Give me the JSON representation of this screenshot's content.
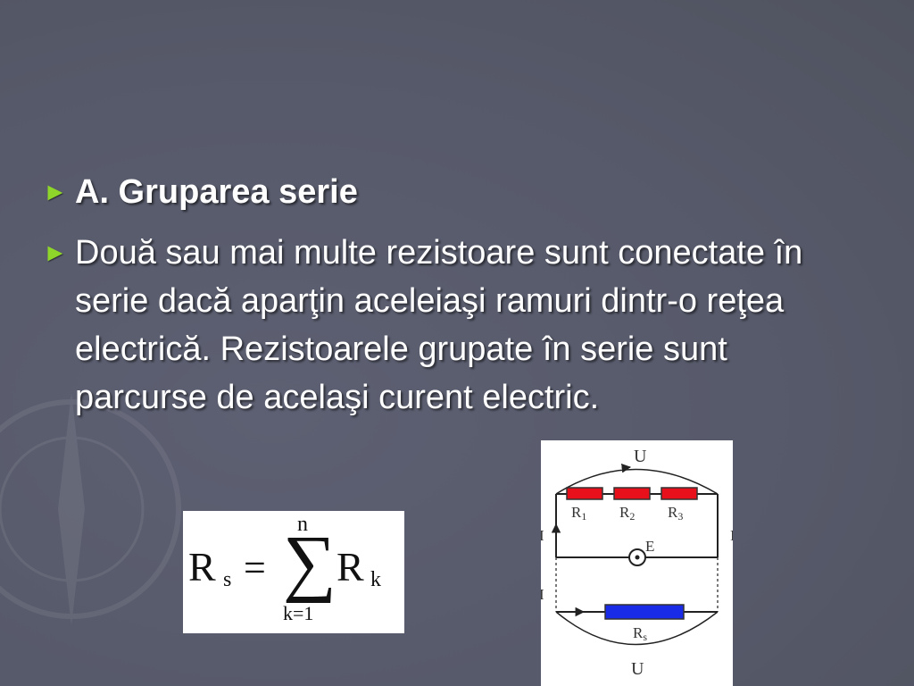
{
  "bullets": [
    {
      "text": "A. Gruparea serie"
    },
    {
      "text": "Două sau mai multe rezistoare sunt conectate în serie dacă aparţin aceleiaşi ramuri dintr-o reţea electrică. Rezistoarele grupate în serie sunt parcurse de acelaşi curent electric."
    }
  ],
  "formula": {
    "lhs": "R",
    "lhs_sub": "s",
    "equals": "=",
    "upper": "n",
    "sigma": "∑",
    "lower": "k=1",
    "rhs": "R",
    "rhs_sub": "k"
  },
  "circuit": {
    "top_voltage": "U",
    "bottom_voltage": "U",
    "current_left_top": "I",
    "current_left_bottom": "I",
    "current_right": "I",
    "source": "E",
    "resistors": [
      {
        "label": "R",
        "sub": "1"
      },
      {
        "label": "R",
        "sub": "2"
      },
      {
        "label": "R",
        "sub": "3"
      }
    ],
    "equivalent": {
      "label": "R",
      "sub": "s"
    }
  },
  "colors": {
    "bullet_arrow": "#8fd62a",
    "resistor": "#e8101a",
    "equivalent_resistor": "#1a2be8",
    "background": "#585b6c"
  }
}
